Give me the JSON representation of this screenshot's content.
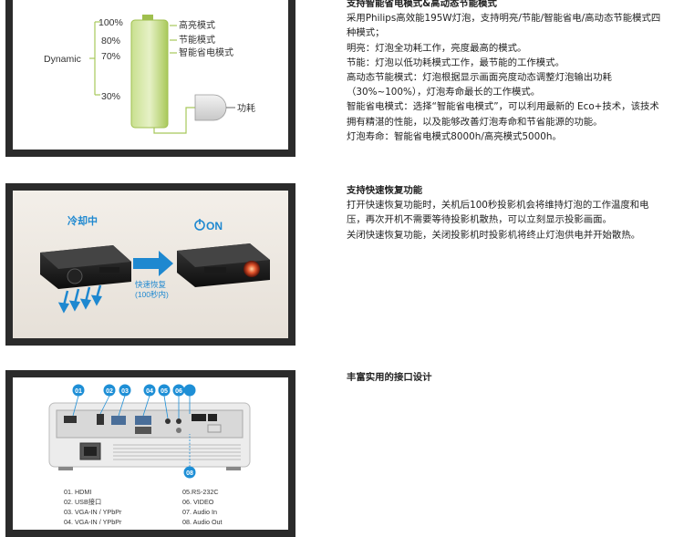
{
  "section1": {
    "title": "支持智能省电模式&高动态节能模式",
    "lines": [
      "采用Philips高效能195W灯泡，支持明亮/节能/智能省电/高动态节能模式四种模式；",
      "明亮：灯泡全功耗工作，亮度最高的模式。",
      "节能：灯泡以低功耗模式工作，最节能的工作模式。",
      "高动态节能模式：灯泡根据显示画面亮度动态调整灯泡输出功耗（30%~100%），灯泡寿命最长的工作模式。",
      "智能省电模式：选择“智能省电模式”，可以利用最新的 Eco+技术，该技术拥有精湛的性能，以及能够改善灯泡寿命和节省能源的功能。",
      "灯泡寿命：智能省电模式8000h/高亮模式5000h。"
    ],
    "figure": {
      "levels": [
        "100%",
        "80%",
        "70%",
        "30%"
      ],
      "dynamic_label": "Dynamic",
      "modes": [
        "高亮模式",
        "节能模式",
        "智能省电模式"
      ],
      "power_label": "功耗"
    }
  },
  "section2": {
    "title": "支持快速恢复功能",
    "lines": [
      "打开快速恢复功能时，关机后100秒投影机会将维持灯泡的工作温度和电压，再次开机不需要等待投影机散热，可以立刻显示投影画面。",
      "关闭快速恢复功能，关闭投影机时投影机将终止灯泡供电并开始散热。"
    ],
    "figure": {
      "cooling_label": "冷却中",
      "on_label": "ON",
      "arrow_label_1": "快速恢复",
      "arrow_label_2": "(100秒内)"
    }
  },
  "section3": {
    "title": "丰富实用的接口设计",
    "figure": {
      "badges": [
        "01",
        "02",
        "03",
        "04",
        "05",
        "06",
        "08"
      ],
      "ports_left": [
        "01. HDMI",
        "02. USB接口",
        "03. VGA-IN / YPbPr",
        "04. VGA-IN / YPbPr"
      ],
      "ports_right": [
        "05.RS-232C",
        "06. VIDEO",
        "07. Audio In",
        "08. Audio Out"
      ]
    }
  },
  "colors": {
    "frame": "#2b2b2b",
    "battery_green": "#b5d36a",
    "badge_blue": "#1e8fd6",
    "accent_blue": "#1e88d0"
  }
}
